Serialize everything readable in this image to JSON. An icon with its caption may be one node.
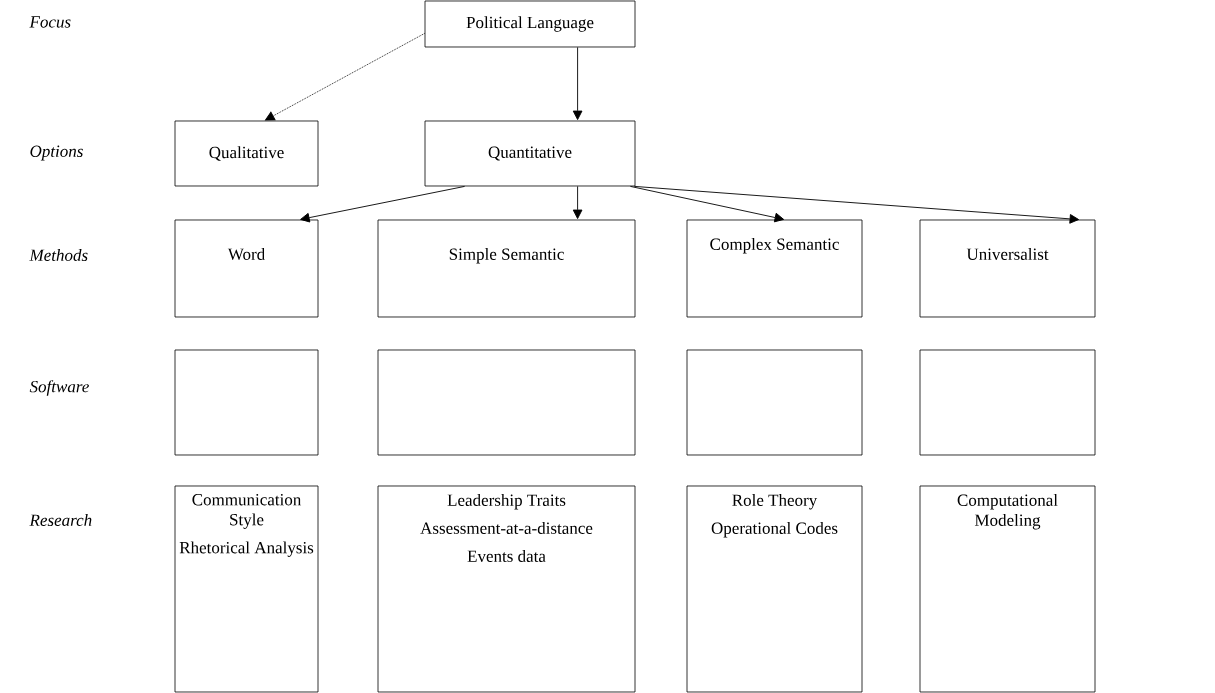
{
  "diagram": {
    "nodes": [
      {
        "text": [
          "Political Language"
        ]
      },
      {
        "text": [
          "Qualitative"
        ]
      },
      {
        "text": [
          "Quantitative"
        ]
      },
      {
        "text": [
          "Word"
        ]
      },
      {
        "text": [
          "Simple Semantic"
        ]
      },
      {
        "text": [
          "Complex Semantic"
        ]
      },
      {
        "text": [
          "Universalist"
        ]
      },
      {
        "text": [],
        "shape": "box"
      },
      {
        "text": [],
        "shape": "box"
      },
      {
        "text": [],
        "shape": "box"
      },
      {
        "text": [],
        "shape": "box"
      },
      {
        "text": [
          "Communication Style",
          "Rhetorical Analysis"
        ]
      },
      {
        "text": [
          "Leadership Traits",
          "Assessment-at-a-distance",
          "Events data"
        ]
      },
      {
        "text": [
          "Role Theory",
          "Operational Codes"
        ]
      },
      {
        "text": [
          "Computational Modeling"
        ]
      }
    ],
    "edges": [
      {
        "from": 0,
        "to": 1,
        "arrow": "to",
        "style": "dashed"
      },
      {
        "from": 0,
        "to": 2,
        "arrow": "to"
      },
      {
        "from": 2,
        "to": 3,
        "arrow": "to"
      },
      {
        "from": 2,
        "to": 4,
        "arrow": "to"
      },
      {
        "from": 2,
        "to": 5,
        "arrow": "to"
      },
      {
        "from": 2,
        "to": 6,
        "arrow": "to"
      }
    ],
    "labels": [
      "Focus",
      "Options",
      "Methods",
      "Software",
      "Research"
    ]
  }
}
